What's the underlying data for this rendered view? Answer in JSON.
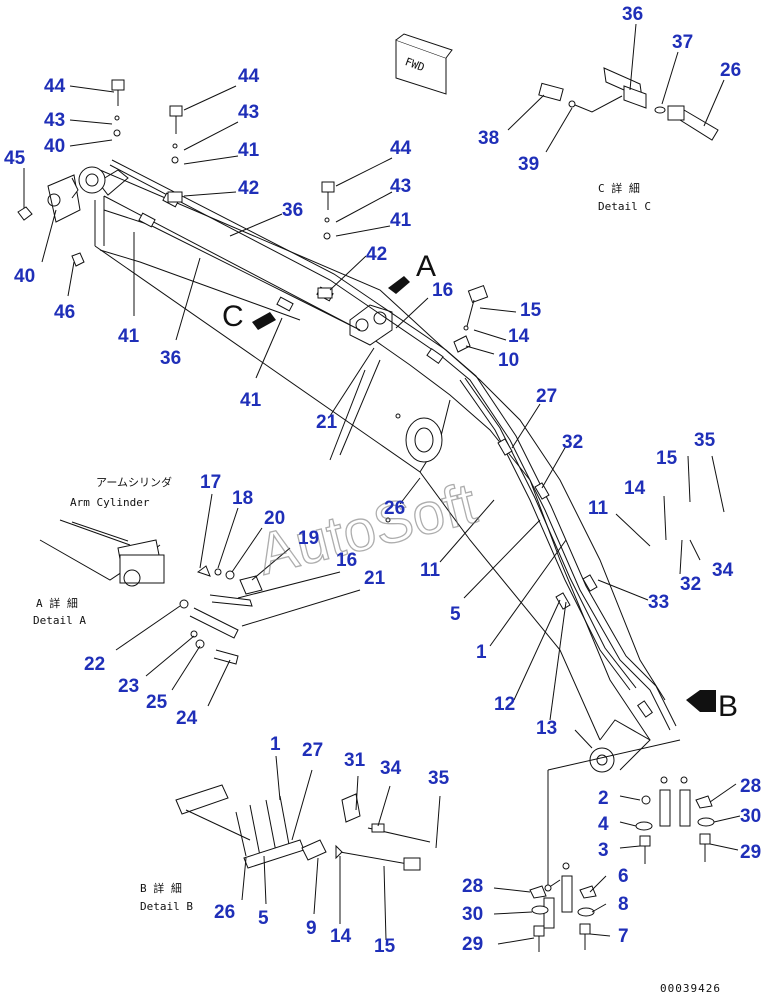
{
  "watermark": "AutoSoft",
  "drawing_code": "00039426",
  "fwd_label": "FWD",
  "view_letters": {
    "a": "A",
    "b": "B",
    "c": "C"
  },
  "details": {
    "c": {
      "jp": "C 詳 細",
      "en": "Detail C"
    },
    "a": {
      "jp": "A 詳 細",
      "en": "Detail A"
    },
    "b": {
      "jp": "B 詳 細",
      "en": "Detail B"
    },
    "arm_cylinder": {
      "jp": "アームシリンダ",
      "en": "Arm Cylinder"
    }
  },
  "callouts": [
    "36",
    "37",
    "26",
    "38",
    "39",
    "44",
    "43",
    "40",
    "45",
    "40",
    "46",
    "41",
    "36",
    "41",
    "44",
    "43",
    "41",
    "42",
    "36",
    "44",
    "43",
    "41",
    "42",
    "16",
    "15",
    "14",
    "10",
    "27",
    "32",
    "15",
    "35",
    "14",
    "11",
    "21",
    "26",
    "11",
    "5",
    "1",
    "32",
    "34",
    "33",
    "12",
    "13",
    "17",
    "18",
    "20",
    "19",
    "16",
    "21",
    "22",
    "23",
    "25",
    "24",
    "1",
    "27",
    "31",
    "34",
    "35",
    "2",
    "4",
    "3",
    "28",
    "30",
    "29",
    "26",
    "5",
    "9",
    "14",
    "15",
    "6",
    "8",
    "7",
    "28",
    "30",
    "29"
  ]
}
